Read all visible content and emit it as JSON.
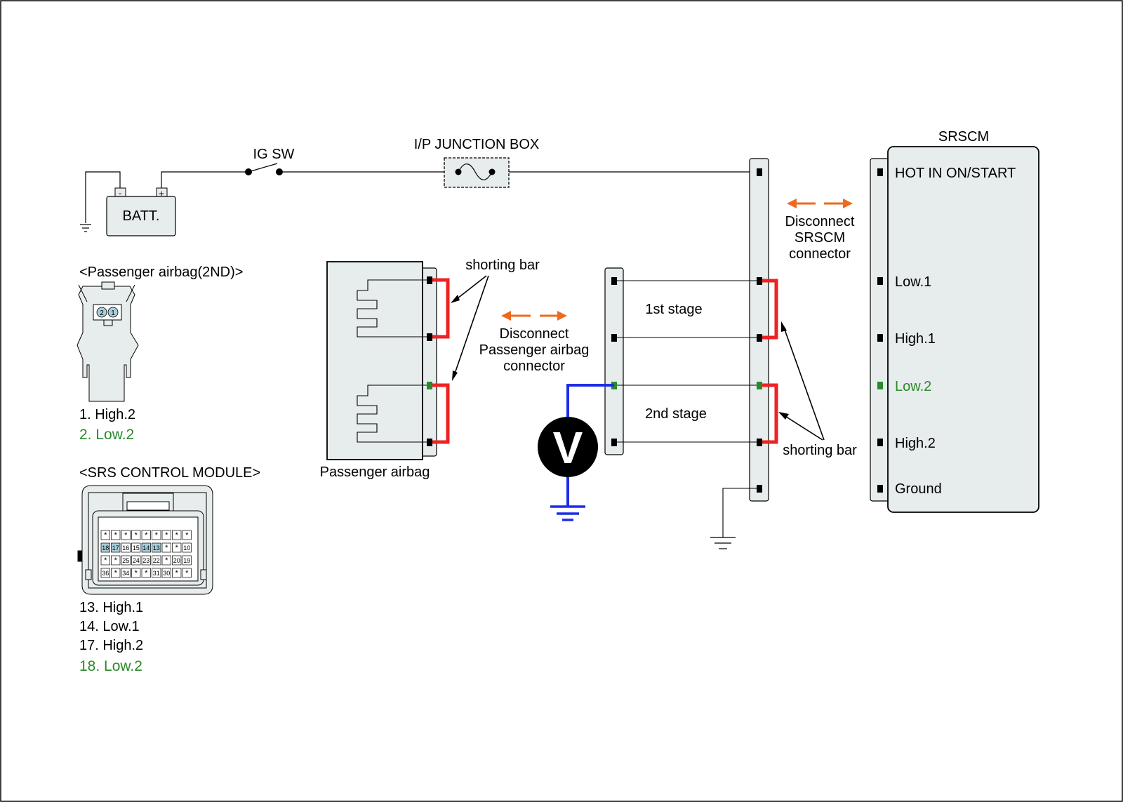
{
  "colors": {
    "wire": "#000000",
    "shorting_bar": "#ee2222",
    "meter_wire": "#1f2ee6",
    "arrow_orange": "#ee6a1e",
    "highlight_green": "#2a8a2a",
    "panel_fill": "#e7eced",
    "pin_highlight": "#a9cfdc"
  },
  "power": {
    "battery_label": "BATT.",
    "neg_sign": "-",
    "pos_sign": "+",
    "ig_switch_label": "IG SW",
    "junction_box_label": "I/P JUNCTION BOX"
  },
  "srscm": {
    "title": "SRSCM",
    "pins": [
      {
        "label": "HOT IN ON/START",
        "highlight": false
      },
      {
        "label": "Low.1",
        "highlight": false
      },
      {
        "label": "High.1",
        "highlight": false
      },
      {
        "label": "Low.2",
        "highlight": true
      },
      {
        "label": "High.2",
        "highlight": false
      },
      {
        "label": "Ground",
        "highlight": false
      }
    ]
  },
  "srscm_disconnect": {
    "line1": "Disconnect",
    "line2": "SRSCM",
    "line3": "connector"
  },
  "airbag_disconnect": {
    "line1": "Disconnect",
    "line2": "Passenger airbag",
    "line3": "connector"
  },
  "stages": {
    "first": "1st stage",
    "second": "2nd stage"
  },
  "shorting_bar_label": "shorting bar",
  "airbag_label": "Passenger airbag",
  "voltmeter_symbol": "V",
  "passenger_connector": {
    "title": "<Passenger airbag(2ND)>",
    "pin_numbers": [
      "2",
      "1"
    ],
    "pins": [
      {
        "text": "1. High.2",
        "highlight": false
      },
      {
        "text": "2. Low.2",
        "highlight": true
      }
    ]
  },
  "srs_module_connector": {
    "title": "<SRS CONTROL MODULE>",
    "grid": [
      [
        "*",
        "*",
        "*",
        "*",
        "*",
        "*",
        "*",
        "*",
        "*"
      ],
      [
        "18",
        "17",
        "16",
        "15",
        "14",
        "13",
        "*",
        "*",
        "10"
      ],
      [
        "*",
        "*",
        "25",
        "24",
        "23",
        "22",
        "*",
        "20",
        "19"
      ],
      [
        "36",
        "*",
        "34",
        "*",
        "*",
        "31",
        "30",
        "*",
        "*"
      ]
    ],
    "highlighted_pins": [
      "18",
      "17",
      "14",
      "13"
    ],
    "pins": [
      {
        "text": "13. High.1",
        "highlight": false
      },
      {
        "text": "14. Low.1",
        "highlight": false
      },
      {
        "text": "17. High.2",
        "highlight": false
      },
      {
        "text": "18. Low.2",
        "highlight": true
      }
    ]
  }
}
